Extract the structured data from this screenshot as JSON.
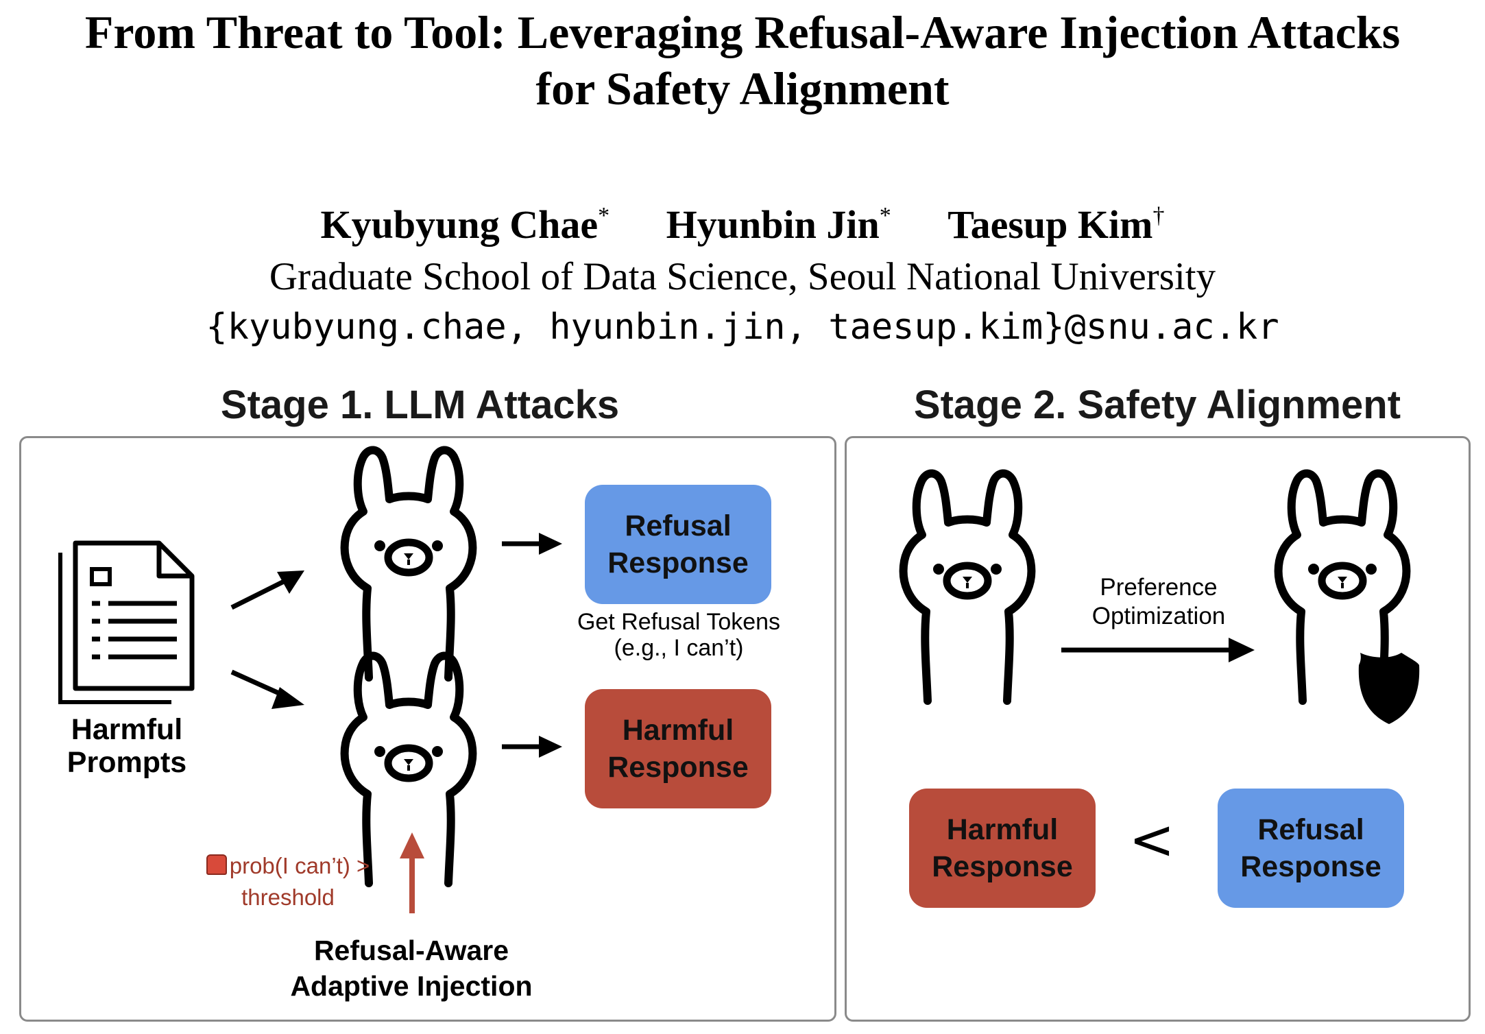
{
  "paper": {
    "title_line1": "From Threat to Tool: Leveraging Refusal-Aware Injection Attacks",
    "title_line2": "for Safety Alignment",
    "authors": [
      {
        "name": "Kyubyung Chae",
        "mark": "*"
      },
      {
        "name": "Hyunbin Jin",
        "mark": "*"
      },
      {
        "name": "Taesup Kim",
        "mark": "†"
      }
    ],
    "affiliation": "Graduate School of Data Science, Seoul National University",
    "email": "{kyubyung.chae, hyunbin.jin, taesup.kim}@snu.ac.kr"
  },
  "figure": {
    "stage1": {
      "title": "Stage 1. LLM Attacks",
      "input_label_line1": "Harmful",
      "input_label_line2": "Prompts",
      "refusal_box_line1": "Refusal",
      "refusal_box_line2": "Response",
      "refusal_tokens_line1": "Get Refusal Tokens",
      "refusal_tokens_line2": "(e.g., I can’t)",
      "harmful_box_line1": "Harmful",
      "harmful_box_line2": "Response",
      "condition_line1": "prob(I can’t) >",
      "condition_line2": "threshold",
      "method_line1": "Refusal-Aware",
      "method_line2": "Adaptive Injection"
    },
    "stage2": {
      "title": "Stage 2. Safety Alignment",
      "arrow_label_line1": "Preference",
      "arrow_label_line2": "Optimization",
      "harmful_box_line1": "Harmful",
      "harmful_box_line2": "Response",
      "comparison": "<",
      "refusal_box_line1": "Refusal",
      "refusal_box_line2": "Response"
    },
    "colors": {
      "refusal": "#6699e6",
      "harmful": "#b84c3b",
      "injection_arrow": "#b84c3b",
      "panel_border": "#8a8a8a"
    },
    "icons": [
      "document-icon",
      "llama-icon",
      "shield-icon",
      "arrow-icon",
      "siren-icon"
    ]
  }
}
